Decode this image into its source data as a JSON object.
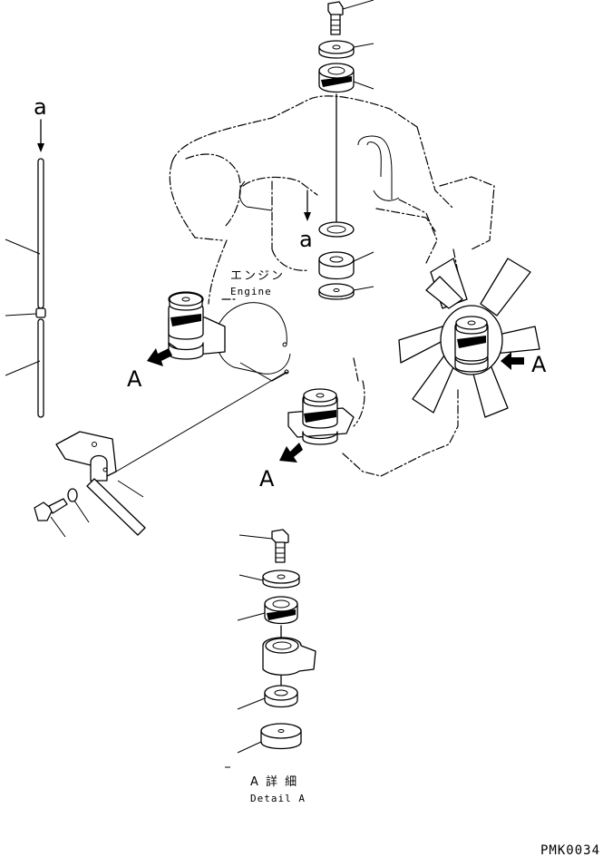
{
  "labels": {
    "view_a_left": "A",
    "view_a_right": "A",
    "view_a_bottom": "A",
    "ref_a_top": "a",
    "ref_a_middle": "a",
    "engine_jp": "エンジン",
    "engine_en": "Engine",
    "detail_jp": "A 詳 細",
    "detail_en": "Detail A",
    "drawing_code": "PMK0034"
  }
}
